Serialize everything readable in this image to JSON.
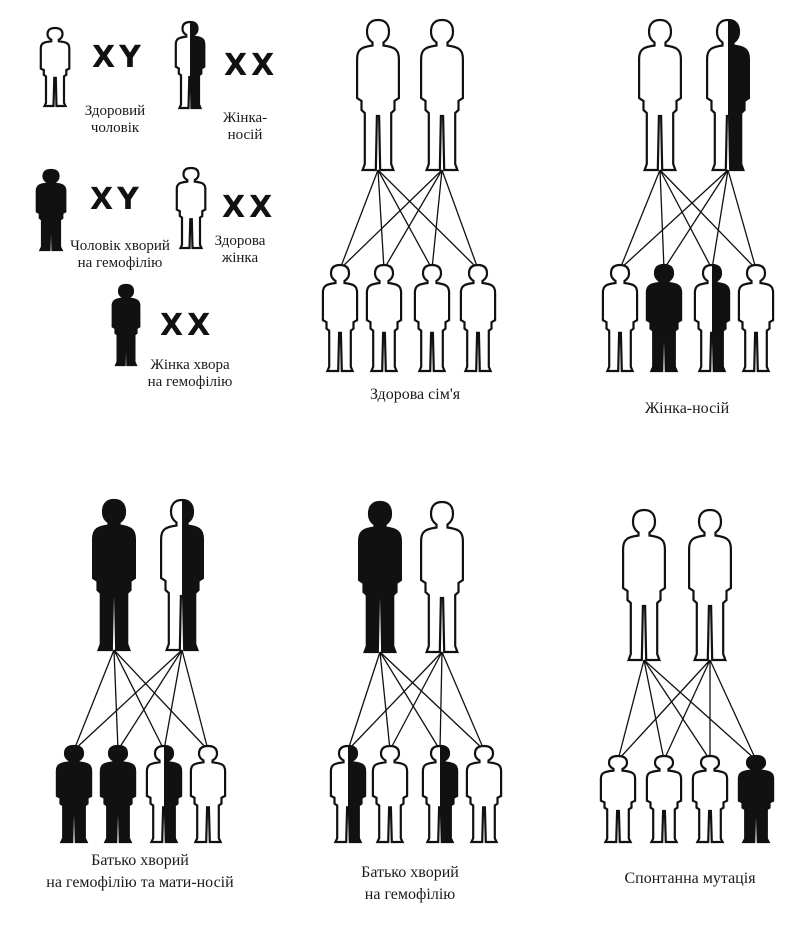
{
  "legend": [
    {
      "id": "healthy-man",
      "genotype": "XY",
      "label": [
        "Здоровий",
        "чоловік"
      ],
      "fill": "none"
    },
    {
      "id": "carrier-woman",
      "genotype": "XX",
      "label": [
        "Жінка-",
        "носій"
      ],
      "fill": "half"
    },
    {
      "id": "sick-man",
      "genotype": "XY",
      "label": [
        "Чоловік хворий",
        "на гемофілію"
      ],
      "fill": "full"
    },
    {
      "id": "healthy-woman",
      "genotype": "XX",
      "label": [
        "Здорова",
        "жінка"
      ],
      "fill": "none"
    },
    {
      "id": "sick-woman",
      "genotype": "XX",
      "label": [
        "Жінка хвора",
        "на гемофілію"
      ],
      "fill": "full"
    }
  ],
  "families": [
    {
      "id": "healthy-family",
      "caption": [
        "Здорова сім'я"
      ],
      "parents": [
        "none",
        "none"
      ],
      "children": [
        "none",
        "none",
        "none",
        "none"
      ]
    },
    {
      "id": "carrier-mother",
      "caption": [
        "Жінка-носій"
      ],
      "parents": [
        "none",
        "half"
      ],
      "children": [
        "none",
        "full",
        "half",
        "none"
      ]
    },
    {
      "id": "sick-father-carrier-mother",
      "caption": [
        "Батько хворий",
        "на гемофілію та мати-носій"
      ],
      "parents": [
        "full",
        "half"
      ],
      "children": [
        "full",
        "full",
        "half",
        "none"
      ]
    },
    {
      "id": "sick-father",
      "caption": [
        "Батько хворий",
        "на гемофілію"
      ],
      "parents": [
        "full",
        "none"
      ],
      "children": [
        "half",
        "none",
        "half",
        "none"
      ]
    },
    {
      "id": "spontaneous-mutation",
      "caption": [
        "Спонтанна мутація"
      ],
      "parents": [
        "none",
        "none"
      ],
      "children": [
        "none",
        "none",
        "none",
        "full"
      ]
    }
  ],
  "colors": {
    "ink": "#111111",
    "background": "#ffffff"
  }
}
